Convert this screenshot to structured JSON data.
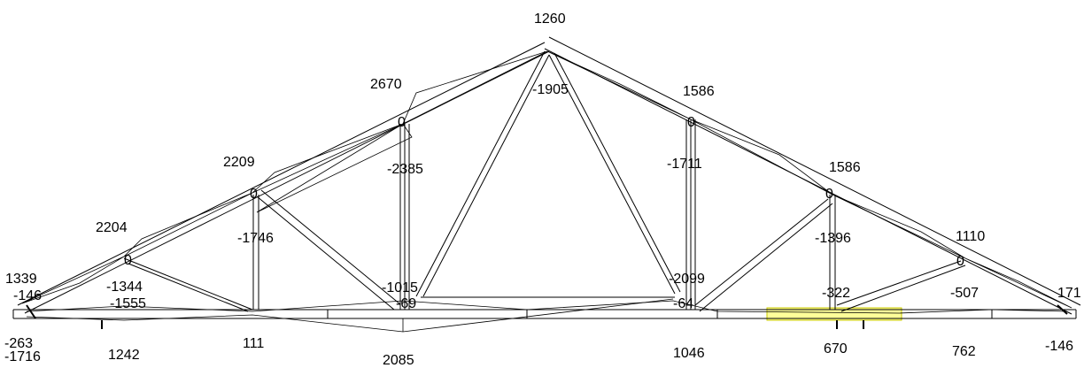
{
  "drawing": {
    "line_color": "#000000",
    "highlight_color": "#ffff99",
    "labels": {
      "apex_moment": "1260",
      "apex_axial": "-1905",
      "left_top_chord_3": "2670",
      "node_left_3": "0",
      "left_vertical_3": "-2385",
      "left_top_chord_2": "2209",
      "node_left_2": "0",
      "left_vertical_2": "-1746",
      "left_top_chord_1": "2204",
      "node_left_1": "0",
      "left_support_top": "1339",
      "left_end_a": "-146",
      "left_web_1": "-1344",
      "left_bottom_1": "-1555",
      "left_end_reaction_a": "-263",
      "left_end_reaction_b": "-1716",
      "left_bottom_moment_1": "1242",
      "left_bottom_moment_2": "111",
      "center_bottom_moment": "2085",
      "center_web_left": "-1015",
      "center_bottom_left": "-69",
      "right_top_chord_3": "1586",
      "node_right_3": "0",
      "right_vertical_3": "-1711",
      "center_web_right": "-2099",
      "center_bottom_right": "-64",
      "right_top_chord_2": "1586",
      "node_right_2": "0",
      "right_vertical_2": "-1396",
      "right_web_2": "-322",
      "right_top_chord_1": "1110",
      "node_right_1": "0",
      "right_web_1": "-507",
      "right_end_a": "171",
      "right_bottom_moment_1": "1046",
      "right_bottom_moment_2": "670",
      "right_bottom_moment_3": "762",
      "right_end_reaction": "-146"
    }
  }
}
